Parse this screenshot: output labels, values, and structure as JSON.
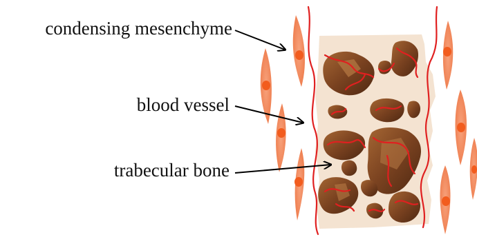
{
  "labels": {
    "condensing_mesenchyme": "condensing mesenchyme",
    "blood_vessel": "blood vessel",
    "trabecular_bone": "trabecular bone"
  },
  "colors": {
    "background": "#ffffff",
    "cartilage_matrix": "#f4e3d1",
    "bone_dark": "#6b3a1e",
    "bone_mid": "#9a5c2f",
    "bone_light": "#c08850",
    "cell_body": "#f08a5d",
    "cell_nucleus": "#f25c1e",
    "blood_vessel": "#e02020",
    "arrow": "#000000"
  },
  "icons": {
    "mesenchymal_cell": "spindle-cell-icon",
    "arrow": "arrow-icon"
  }
}
